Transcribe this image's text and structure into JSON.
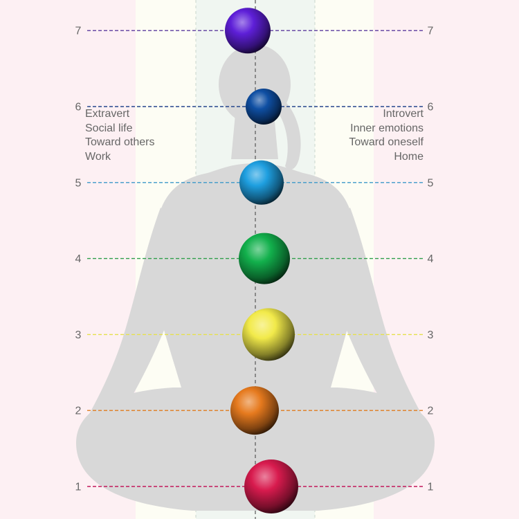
{
  "levels": [
    {
      "label": "1",
      "line_color": "#c2185b",
      "sphere_color": "#d81b4e",
      "diameter": 78
    },
    {
      "label": "2",
      "line_color": "#e07b1d",
      "sphere_color": "#e67a1e",
      "diameter": 70
    },
    {
      "label": "3",
      "line_color": "#e6e14a",
      "sphere_color": "#f2ea4a",
      "diameter": 76
    },
    {
      "label": "4",
      "line_color": "#2e9e4a",
      "sphere_color": "#12b04c",
      "diameter": 74
    },
    {
      "label": "5",
      "line_color": "#3a98c9",
      "sphere_color": "#1e9fe0",
      "diameter": 64
    },
    {
      "label": "6",
      "line_color": "#24458c",
      "sphere_color": "#0f4fa3",
      "diameter": 52
    },
    {
      "label": "7",
      "line_color": "#5b3a9e",
      "sphere_color": "#5e1fd8",
      "diameter": 66
    }
  ],
  "left_text": [
    "Extravert",
    "Social life",
    "Toward others",
    "Work"
  ],
  "right_text": [
    "Introvert",
    "Inner emotions",
    "Toward oneself",
    "Home"
  ],
  "colors": {
    "outer_band": "#fdf0f3",
    "middle_band": "#fdfdf4",
    "inner_band": "#f0f6f1",
    "silhouette": "#d8d8d8",
    "label_text": "#666666"
  }
}
